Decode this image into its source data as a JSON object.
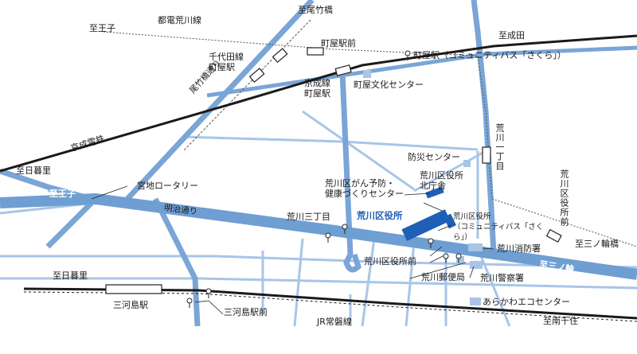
{
  "colors": {
    "road": "#7aa5d6",
    "main_road": "#6e9ed2",
    "minor_road": "#a8c5e8",
    "rail": "#333333",
    "facility": "#1f5fb6",
    "facility_light": "#a9c4e6"
  },
  "labels": {
    "oji_top": "至王子",
    "toden": "都電荒川線",
    "odaibashi_top": "至尾竹橋",
    "machiya_ekimae": "町屋駅前",
    "naruta": "至成田",
    "machiya_bus": "町屋駅（コミュニティバス「さくら」）",
    "chiyoda_line": "千代田線\n町屋駅",
    "keisei_machiya": "京成線\n町屋駅",
    "machiya_bunka": "町屋文化センター",
    "odaibashi_dori": "尾竹橋通り",
    "keisei_dentetsu": "京成電鉄",
    "arakawa_1chome": "荒川一丁目",
    "bousai": "防災センター",
    "nippori_left": "至日暮里",
    "gan_yobo": "荒川区がん予防・\n健康づくりセンター",
    "kita_chosha": "荒川区役所\n北庁舎",
    "kuyakusho_mae_vert": "荒川区役所前",
    "miyaji_rotary": "宮地ロータリー",
    "oji_road": "至王子",
    "meiji_dori": "明治通り",
    "arakawa_3chome": "荒川三丁目",
    "city_hall": "荒川区役所",
    "kuyakusho_bus": "荒川区役所\n（コミュニティバス「さくら」）",
    "minowa": "至三ノ輪橋",
    "shobosho": "荒川消防署",
    "kuyakusho_mae": "荒川区役所前",
    "minowa_road": "至三ノ輪",
    "nippori_bottom": "至日暮里",
    "yubinkyoku": "荒川郵便局",
    "keisatsusho": "荒川警察署",
    "mikawashima": "三河島駅",
    "mikawashima_ekimae": "三河島駅前",
    "eco_center": "あらかわエコセンター",
    "jr_joban": "JR常磐線",
    "minamisenju": "至南千住"
  }
}
